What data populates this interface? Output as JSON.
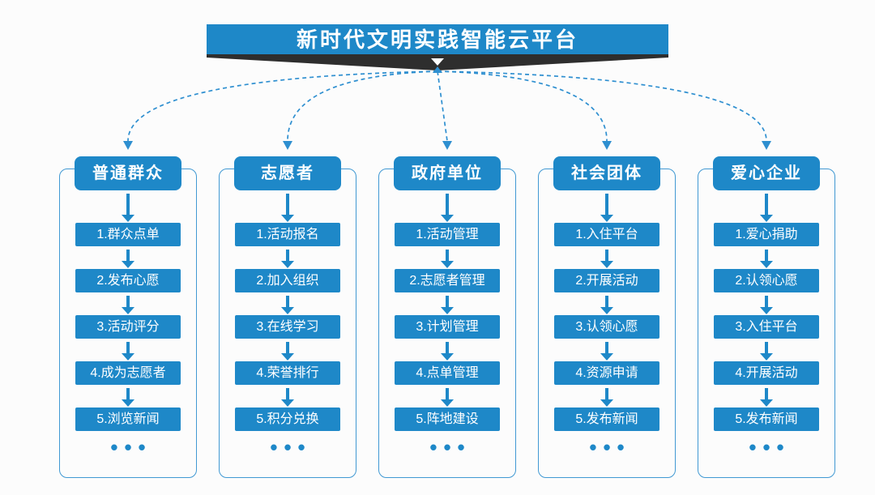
{
  "title": "新时代文明实践智能云平台",
  "ellipsis": "•••",
  "colors": {
    "primary_blue": "#1E88C8",
    "connector_blue": "#2E8FD0",
    "outline_blue": "#4199D3",
    "banner_dark": "#2E2E2E",
    "background": "#FCFCFC",
    "text_on_blue": "#FFFFFF"
  },
  "columns": [
    {
      "title": "普通群众",
      "steps": [
        "1.群众点单",
        "2.发布心愿",
        "3.活动评分",
        "4.成为志愿者",
        "5.浏览新闻"
      ]
    },
    {
      "title": "志愿者",
      "steps": [
        "1.活动报名",
        "2.加入组织",
        "3.在线学习",
        "4.荣誉排行",
        "5.积分兑换"
      ]
    },
    {
      "title": "政府单位",
      "steps": [
        "1.活动管理",
        "2.志愿者管理",
        "3.计划管理",
        "4.点单管理",
        "5.阵地建设"
      ]
    },
    {
      "title": "社会团体",
      "steps": [
        "1.入住平台",
        "2.开展活动",
        "3.认领心愿",
        "4.资源申请",
        "5.发布新闻"
      ]
    },
    {
      "title": "爱心企业",
      "steps": [
        "1.爱心捐助",
        "2.认领心愿",
        "3.入住平台",
        "4.开展活动",
        "5.发布新闻"
      ]
    }
  ]
}
